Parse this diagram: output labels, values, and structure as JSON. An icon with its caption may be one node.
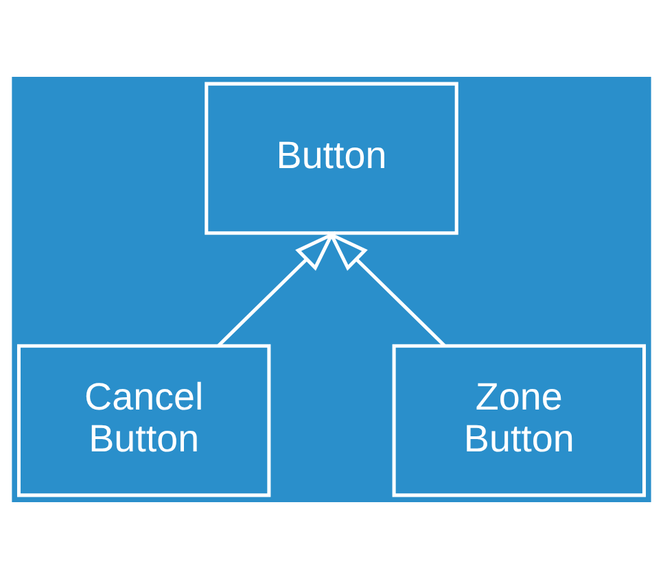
{
  "diagram": {
    "nodes": [
      {
        "text": [
          "Button"
        ]
      },
      {
        "text": [
          "Cancel Button"
        ]
      },
      {
        "text": [
          "Zone Button"
        ]
      }
    ],
    "edges": [
      {
        "from": 1,
        "to": 0,
        "arrow": "to"
      },
      {
        "from": 2,
        "to": 0,
        "arrow": "to"
      }
    ]
  }
}
